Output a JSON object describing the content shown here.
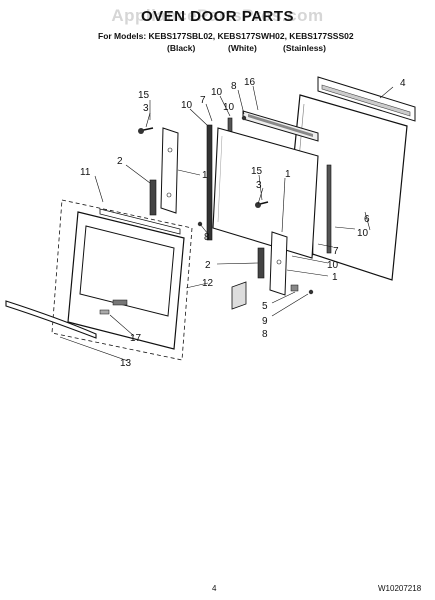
{
  "header": {
    "watermark": "AppliancePartsPros.com",
    "title": "OVEN DOOR PARTS",
    "models_line": "For Models: KEBS177SBL02, KEBS177SWH02, KEBS177SSS02",
    "variants": [
      "(Black)",
      "(White)",
      "(Stainless)"
    ]
  },
  "callouts": [
    "4",
    "16",
    "15",
    "3",
    "10",
    "7",
    "8",
    "10",
    "10",
    "2",
    "1",
    "11",
    "15",
    "3",
    "1",
    "6",
    "10",
    "7",
    "8",
    "2",
    "10",
    "1",
    "12",
    "5",
    "9",
    "8",
    "17",
    "13"
  ],
  "footer": {
    "page_number": "4",
    "document_number": "W10207218"
  }
}
